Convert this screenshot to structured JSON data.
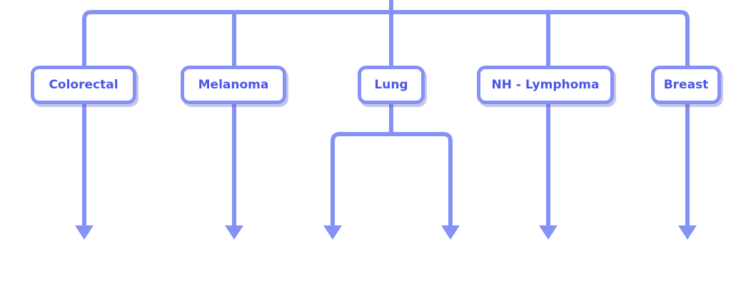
{
  "colors": {
    "line": "#8591F7",
    "text": "#4A56E4",
    "background": "#FFFFFF"
  },
  "nodes": [
    {
      "label": "Colorectal"
    },
    {
      "label": "Melanoma"
    },
    {
      "label": "Lung"
    },
    {
      "label": "NH - Lymphoma"
    },
    {
      "label": "Breast"
    }
  ]
}
